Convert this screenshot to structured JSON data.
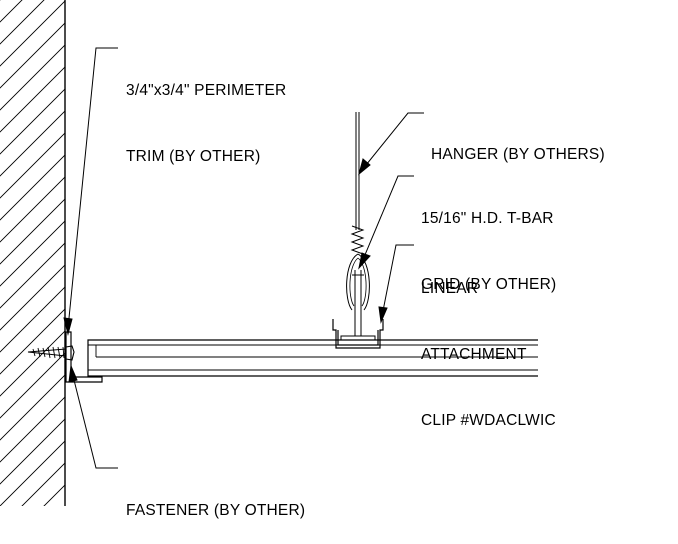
{
  "diagram": {
    "labels": {
      "perimeter_trim": [
        "3/4\"x3/4\" PERIMETER",
        "TRIM (BY OTHER)"
      ],
      "hanger": [
        "HANGER (BY OTHERS)"
      ],
      "tbar_grid": [
        "15/16\" H.D. T-BAR",
        "GRID (BY OTHER)"
      ],
      "attachment_clip": [
        "LINEAR",
        "ATTACHMENT",
        "CLIP #WDACLWIC"
      ],
      "fastener": [
        "FASTENER (BY OTHER)"
      ]
    },
    "colors": {
      "line": "#000000",
      "background": "#ffffff"
    }
  }
}
